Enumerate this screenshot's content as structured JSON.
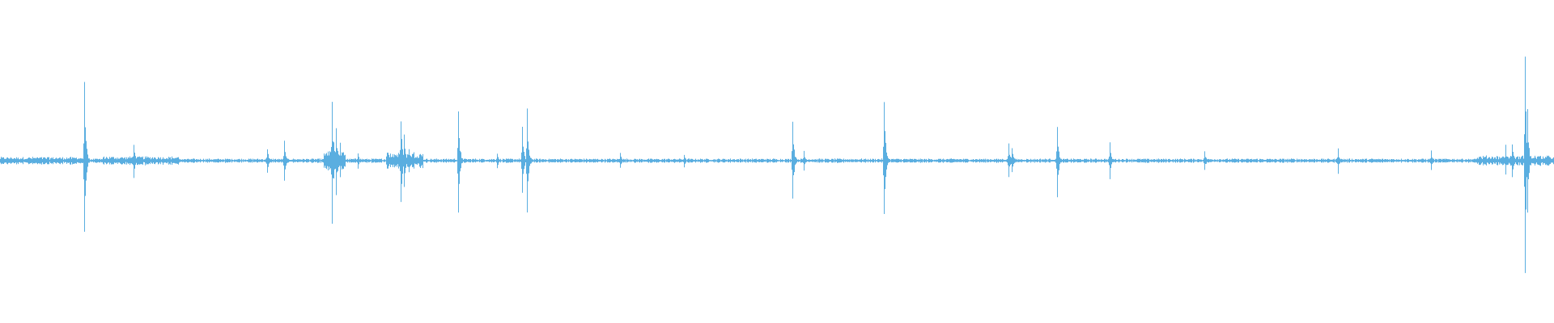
{
  "waveform": {
    "color": "#5aaee0",
    "background": "#ffffff",
    "baseline_amplitude": 0.012,
    "spikes": [
      {
        "t": 0.054,
        "amp": 0.6
      },
      {
        "t": 0.086,
        "amp": 0.14
      },
      {
        "t": 0.172,
        "amp": 0.1
      },
      {
        "t": 0.183,
        "amp": 0.16
      },
      {
        "t": 0.2135,
        "amp": 0.48
      },
      {
        "t": 0.216,
        "amp": 0.28
      },
      {
        "t": 0.219,
        "amp": 0.14
      },
      {
        "t": 0.23,
        "amp": 0.06
      },
      {
        "t": 0.258,
        "amp": 0.34
      },
      {
        "t": 0.26,
        "amp": 0.2
      },
      {
        "t": 0.263,
        "amp": 0.1
      },
      {
        "t": 0.295,
        "amp": 0.4
      },
      {
        "t": 0.32,
        "amp": 0.06
      },
      {
        "t": 0.336,
        "amp": 0.28
      },
      {
        "t": 0.339,
        "amp": 0.42
      },
      {
        "t": 0.399,
        "amp": 0.06
      },
      {
        "t": 0.44,
        "amp": 0.05
      },
      {
        "t": 0.51,
        "amp": 0.3
      },
      {
        "t": 0.517,
        "amp": 0.08
      },
      {
        "t": 0.569,
        "amp": 0.46
      },
      {
        "t": 0.649,
        "amp": 0.14
      },
      {
        "t": 0.651,
        "amp": 0.1
      },
      {
        "t": 0.68,
        "amp": 0.28
      },
      {
        "t": 0.714,
        "amp": 0.14
      },
      {
        "t": 0.775,
        "amp": 0.08
      },
      {
        "t": 0.861,
        "amp": 0.1
      },
      {
        "t": 0.921,
        "amp": 0.08
      },
      {
        "t": 0.969,
        "amp": 0.12
      },
      {
        "t": 0.973,
        "amp": 0.14
      },
      {
        "t": 0.9815,
        "amp": 0.88
      },
      {
        "t": 0.983,
        "amp": 0.4
      }
    ],
    "noisy_regions": [
      {
        "start": 0.0,
        "end": 0.055,
        "amp": 0.03
      },
      {
        "start": 0.066,
        "end": 0.115,
        "amp": 0.035
      },
      {
        "start": 0.208,
        "end": 0.222,
        "amp": 0.08
      },
      {
        "start": 0.248,
        "end": 0.272,
        "amp": 0.07
      },
      {
        "start": 0.95,
        "end": 1.0,
        "amp": 0.04
      }
    ]
  }
}
